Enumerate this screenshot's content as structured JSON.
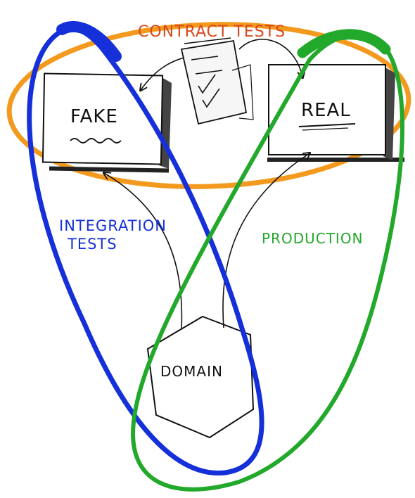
{
  "labels": {
    "contract_tests": "CONTRACT TESTS",
    "integration_tests_line1": "INTEGRATION",
    "integration_tests_line2": "TESTS",
    "production": "PRODUCTION",
    "fake": "FAKE",
    "real": "REAL",
    "domain": "DOMAIN"
  },
  "colors": {
    "contract_tests": "#f39a1e",
    "contract_tests_text": "#d9481c",
    "integration_tests": "#1530d9",
    "production": "#22a82a",
    "ink": "#111111"
  },
  "icons": [
    "document-checklist-icon",
    "arrow-icon"
  ]
}
